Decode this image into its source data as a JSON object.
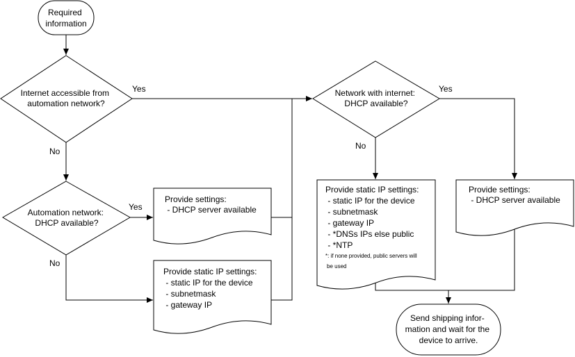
{
  "start": {
    "lines": [
      "Required",
      "information"
    ]
  },
  "decisions": {
    "internet": {
      "lines": [
        "Internet accessible from",
        "automation network?"
      ]
    },
    "auto_dhcp": {
      "lines": [
        "Automation network:",
        "DHCP available?"
      ]
    },
    "net_dhcp": {
      "lines": [
        "Network with internet:",
        "DHCP available?"
      ]
    }
  },
  "edge_labels": {
    "internet_yes": "Yes",
    "internet_no": "No",
    "auto_yes": "Yes",
    "auto_no": "No",
    "net_yes": "Yes",
    "net_no": "No"
  },
  "documents": {
    "auto_dhcp_settings": {
      "lines": [
        "Provide settings:",
        " - DHCP server available"
      ]
    },
    "auto_static_settings": {
      "lines": [
        "Provide static IP settings:",
        " - static IP for the device",
        " - subnetmask",
        " - gateway IP"
      ]
    },
    "net_static_settings": {
      "lines": [
        "Provide static IP settings:",
        " - static IP for the device",
        " - subnetmask",
        " - gateway IP",
        " - *DNSs IPs else public",
        " - *NTP"
      ],
      "footnote": [
        "*: if none provided, public servers will",
        "be used"
      ]
    },
    "net_dhcp_settings": {
      "lines": [
        "Provide settings:",
        " - DHCP server available"
      ]
    }
  },
  "end": {
    "lines": [
      "Send shipping infor-",
      "mation and wait for the",
      "device to arrive."
    ]
  }
}
